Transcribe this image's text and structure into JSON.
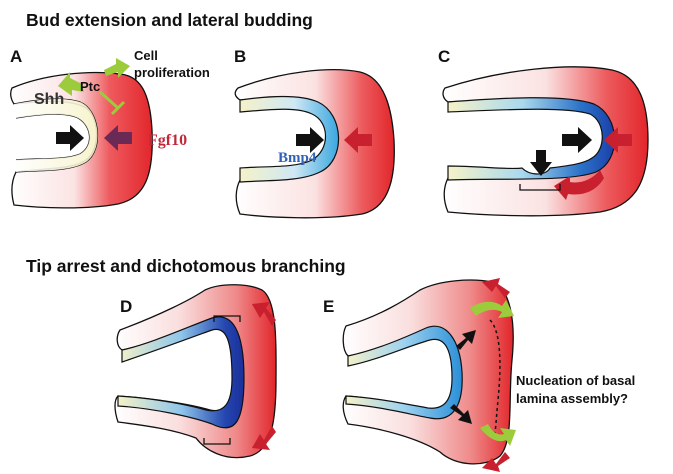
{
  "titles": {
    "top": "Bud extension and lateral budding",
    "bottom": "Tip arrest and dichotomous branching"
  },
  "panels": {
    "A": "A",
    "B": "B",
    "C": "C",
    "D": "D",
    "E": "E"
  },
  "labels": {
    "shh": "Shh",
    "ptc": "Ptc",
    "cell_proliferation_line1": "Cell",
    "cell_proliferation_line2": "proliferation",
    "fgf10": "Fgf10",
    "bmp4": "Bmp4",
    "nucleation_line1": "Nucleation  of basal",
    "nucleation_line2": "lamina assembly?"
  },
  "colors": {
    "mesenchyme_red": "#e2262b",
    "epithelium_cream": "#f6f2c8",
    "bmp4_blue": "#3aa7e0",
    "bmp4_dark_blue": "#1b2f9a",
    "arrow_black": "#111111",
    "arrow_red": "#c8202e",
    "arrow_purple": "#6b2a55",
    "arrow_green": "#9ccc3c",
    "text_red": "#c0283a",
    "text_blue": "#2f63b8"
  }
}
